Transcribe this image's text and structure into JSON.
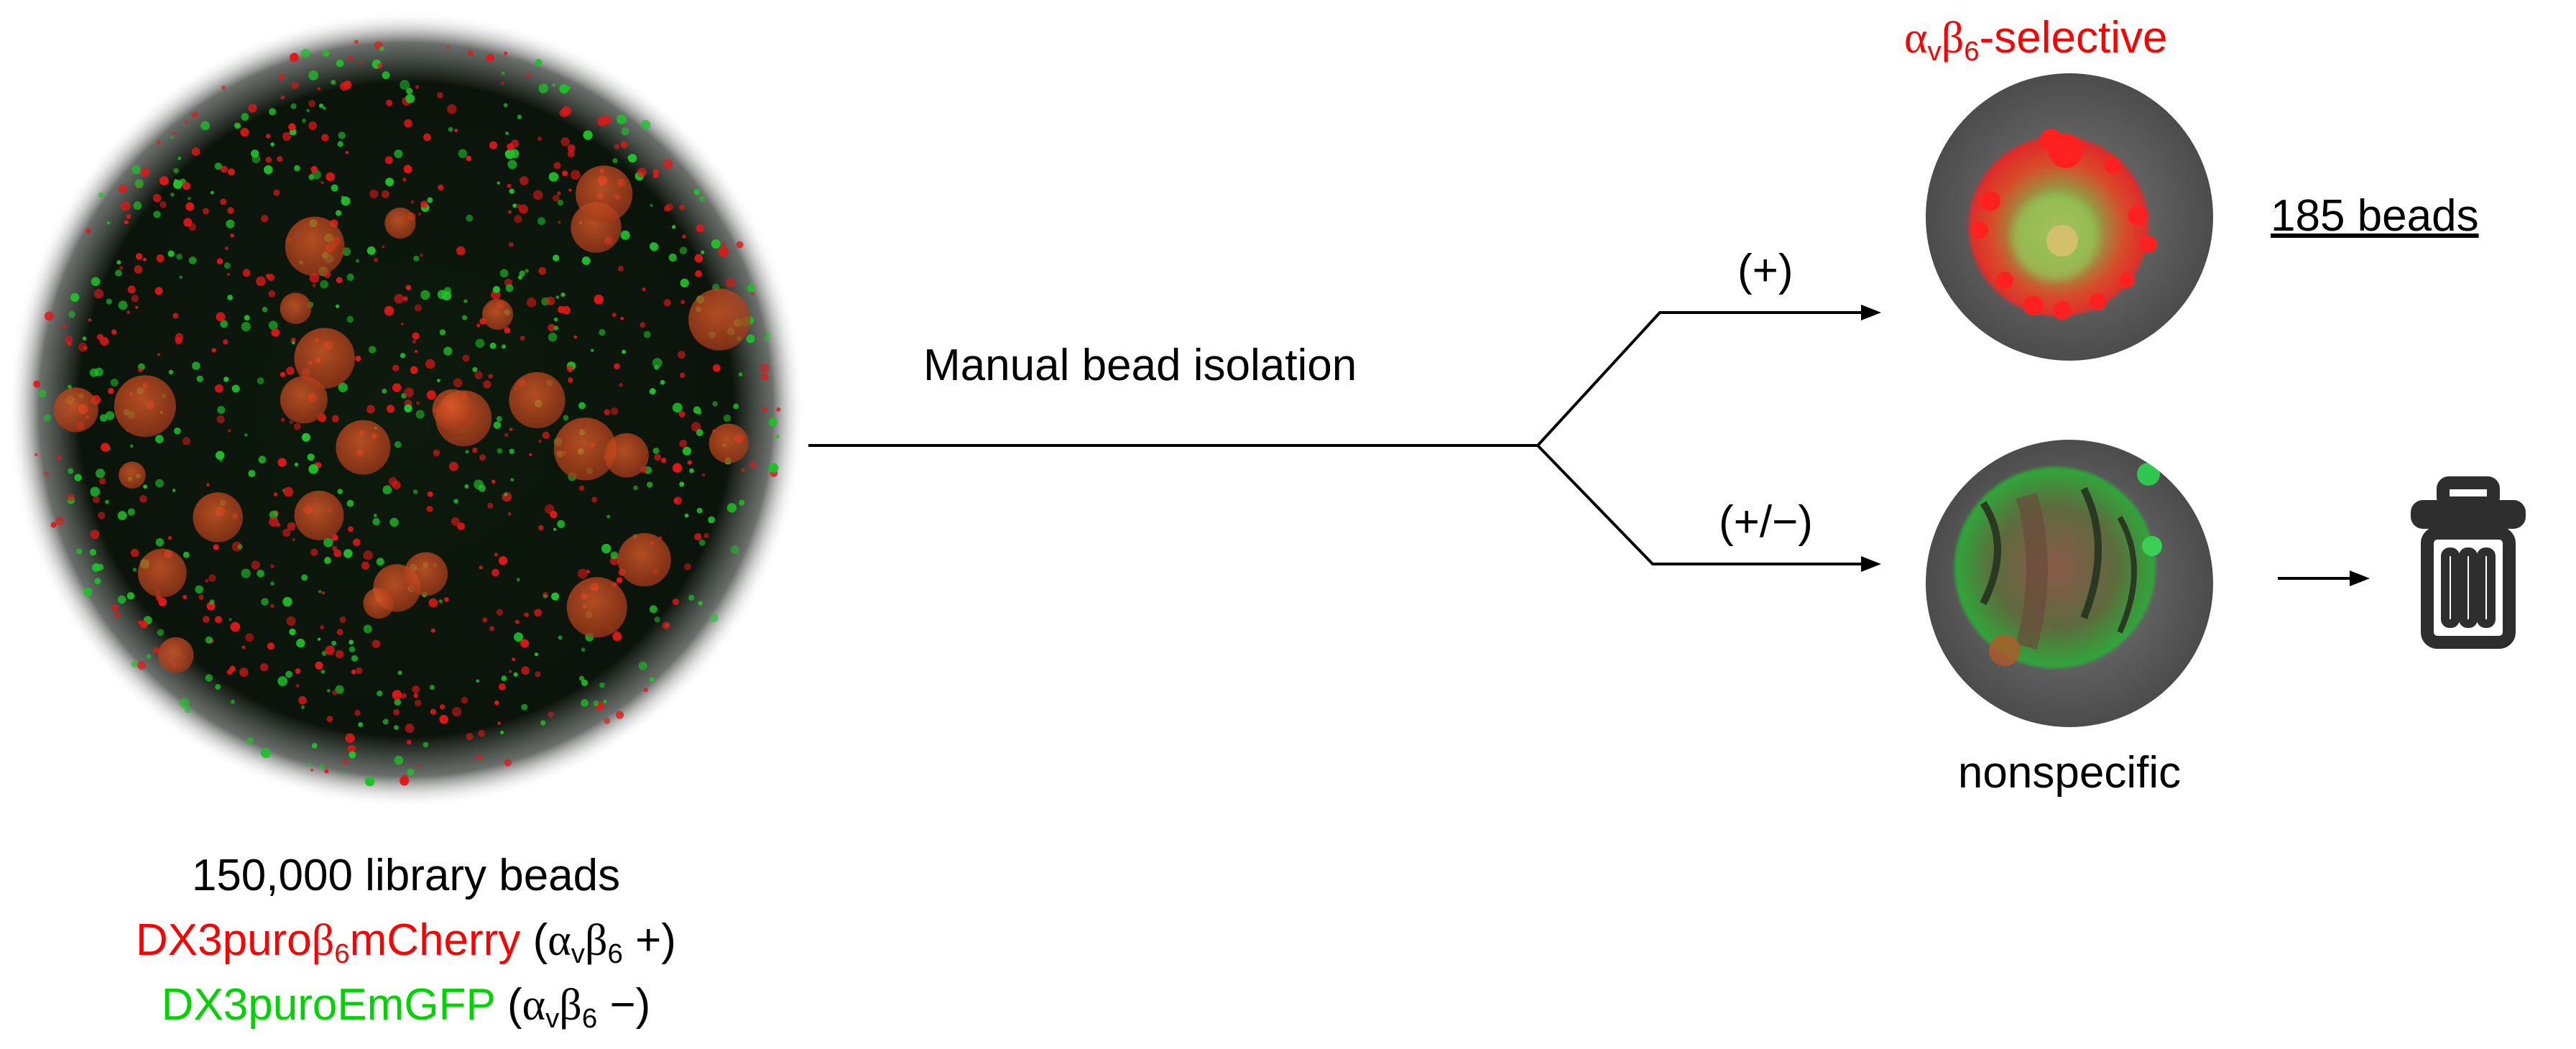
{
  "library": {
    "count_label": "150,000 library beads",
    "red_cell": {
      "name_pre": "DX3puro",
      "beta": "β",
      "beta_sub": "6",
      "name_post": "mCherry",
      "paren_open": "(",
      "alpha": "α",
      "alpha_sub": "v",
      "beta2": "β",
      "beta2_sub": "6",
      "sign": " +)"
    },
    "green_cell": {
      "name": "DX3puroEmGFP",
      "paren_open": "(",
      "alpha": "α",
      "alpha_sub": "v",
      "beta": "β",
      "beta_sub": "6",
      "sign": " −)"
    }
  },
  "flow": {
    "isolation_label": "Manual bead isolation",
    "branch_positive": "(+)",
    "branch_mixed": "(+/−)"
  },
  "selective": {
    "alpha": "α",
    "alpha_sub": "v",
    "beta": "β",
    "beta_sub": "6",
    "suffix": "-selective",
    "count_label": "185 beads"
  },
  "nonspecific": {
    "label": "nonspecific"
  },
  "icons": {
    "discard": "trash-icon"
  },
  "colors": {
    "red_label": "#ff0000",
    "green_label": "#00d400",
    "line": "#000000"
  }
}
